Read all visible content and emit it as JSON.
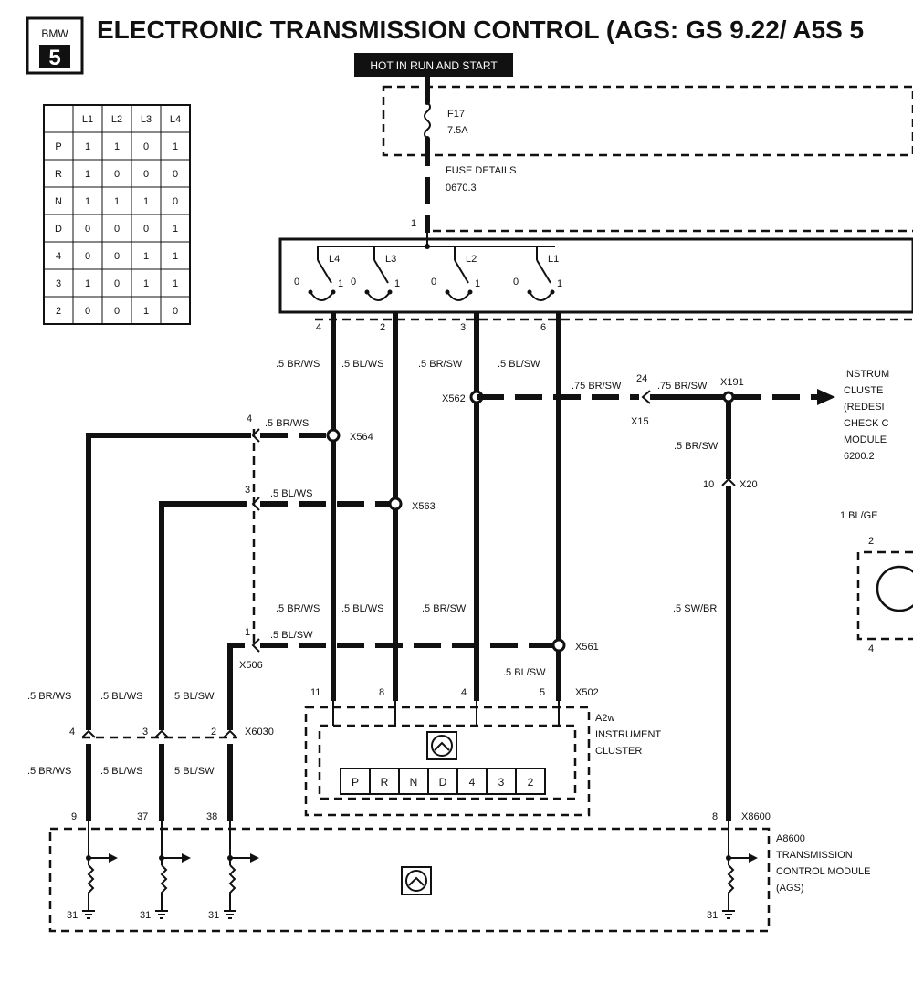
{
  "header": {
    "brand_top": "BMW",
    "brand_series": "5",
    "title": "ELECTRONIC TRANSMISSION CONTROL (AGS: GS 9.22/ A5S 5"
  },
  "power": {
    "hot_label": "HOT IN RUN AND START",
    "fuse_id": "F17",
    "fuse_rating": "7.5A",
    "fuse_details": "FUSE DETAILS",
    "fuse_ref": "0670.3",
    "pin_1": "1"
  },
  "logic_table": {
    "headers": [
      "",
      "L1",
      "L2",
      "L3",
      "L4"
    ],
    "rows": [
      [
        "P",
        "1",
        "1",
        "0",
        "1"
      ],
      [
        "R",
        "1",
        "0",
        "0",
        "0"
      ],
      [
        "N",
        "1",
        "1",
        "1",
        "0"
      ],
      [
        "D",
        "0",
        "0",
        "0",
        "1"
      ],
      [
        "4",
        "0",
        "0",
        "1",
        "1"
      ],
      [
        "3",
        "1",
        "0",
        "1",
        "1"
      ],
      [
        "2",
        "0",
        "0",
        "1",
        "0"
      ]
    ]
  },
  "switch": {
    "labels": [
      "L4",
      "L3",
      "L2",
      "L1"
    ],
    "zero": "0",
    "one": "1",
    "pins": [
      "4",
      "2",
      "3",
      "6"
    ]
  },
  "wires": {
    "w_brws": ".5 BR/WS",
    "w_blws": ".5 BL/WS",
    "w_brsw": ".5 BR/SW",
    "w_blsw": ".5 BL/SW",
    "w_swbr": ".5 SW/BR",
    "w_75brsw": ".75 BR/SW",
    "w_1blge": "1 BL/GE"
  },
  "connectors": {
    "x562": "X562",
    "x564": "X564",
    "x563": "X563",
    "x561": "X561",
    "x506": "X506",
    "x502": "X502",
    "x6030": "X6030",
    "x8600": "X8600",
    "x15": "X15",
    "x191": "X191",
    "x20": "X20"
  },
  "pins": {
    "p24": "24",
    "p10": "10",
    "p4": "4",
    "p3": "3",
    "p1": "1",
    "p2": "2",
    "p11": "11",
    "p8": "8",
    "p5": "5",
    "p9": "9",
    "p37": "37",
    "p38": "38",
    "p31": "31"
  },
  "cluster": {
    "id": "A2w",
    "name1": "INSTRUMENT",
    "name2": "CLUSTER",
    "gears": [
      "P",
      "R",
      "N",
      "D",
      "4",
      "3",
      "2"
    ]
  },
  "module": {
    "id": "A8600",
    "name1": "TRANSMISSION",
    "name2": "CONTROL MODULE",
    "name3": "(AGS)"
  },
  "offpage": {
    "line1": "INSTRUM",
    "line2": "CLUSTE",
    "line3": "(REDESI",
    "line4": "CHECK C",
    "line5": "MODULE",
    "line6": "6200.2"
  }
}
